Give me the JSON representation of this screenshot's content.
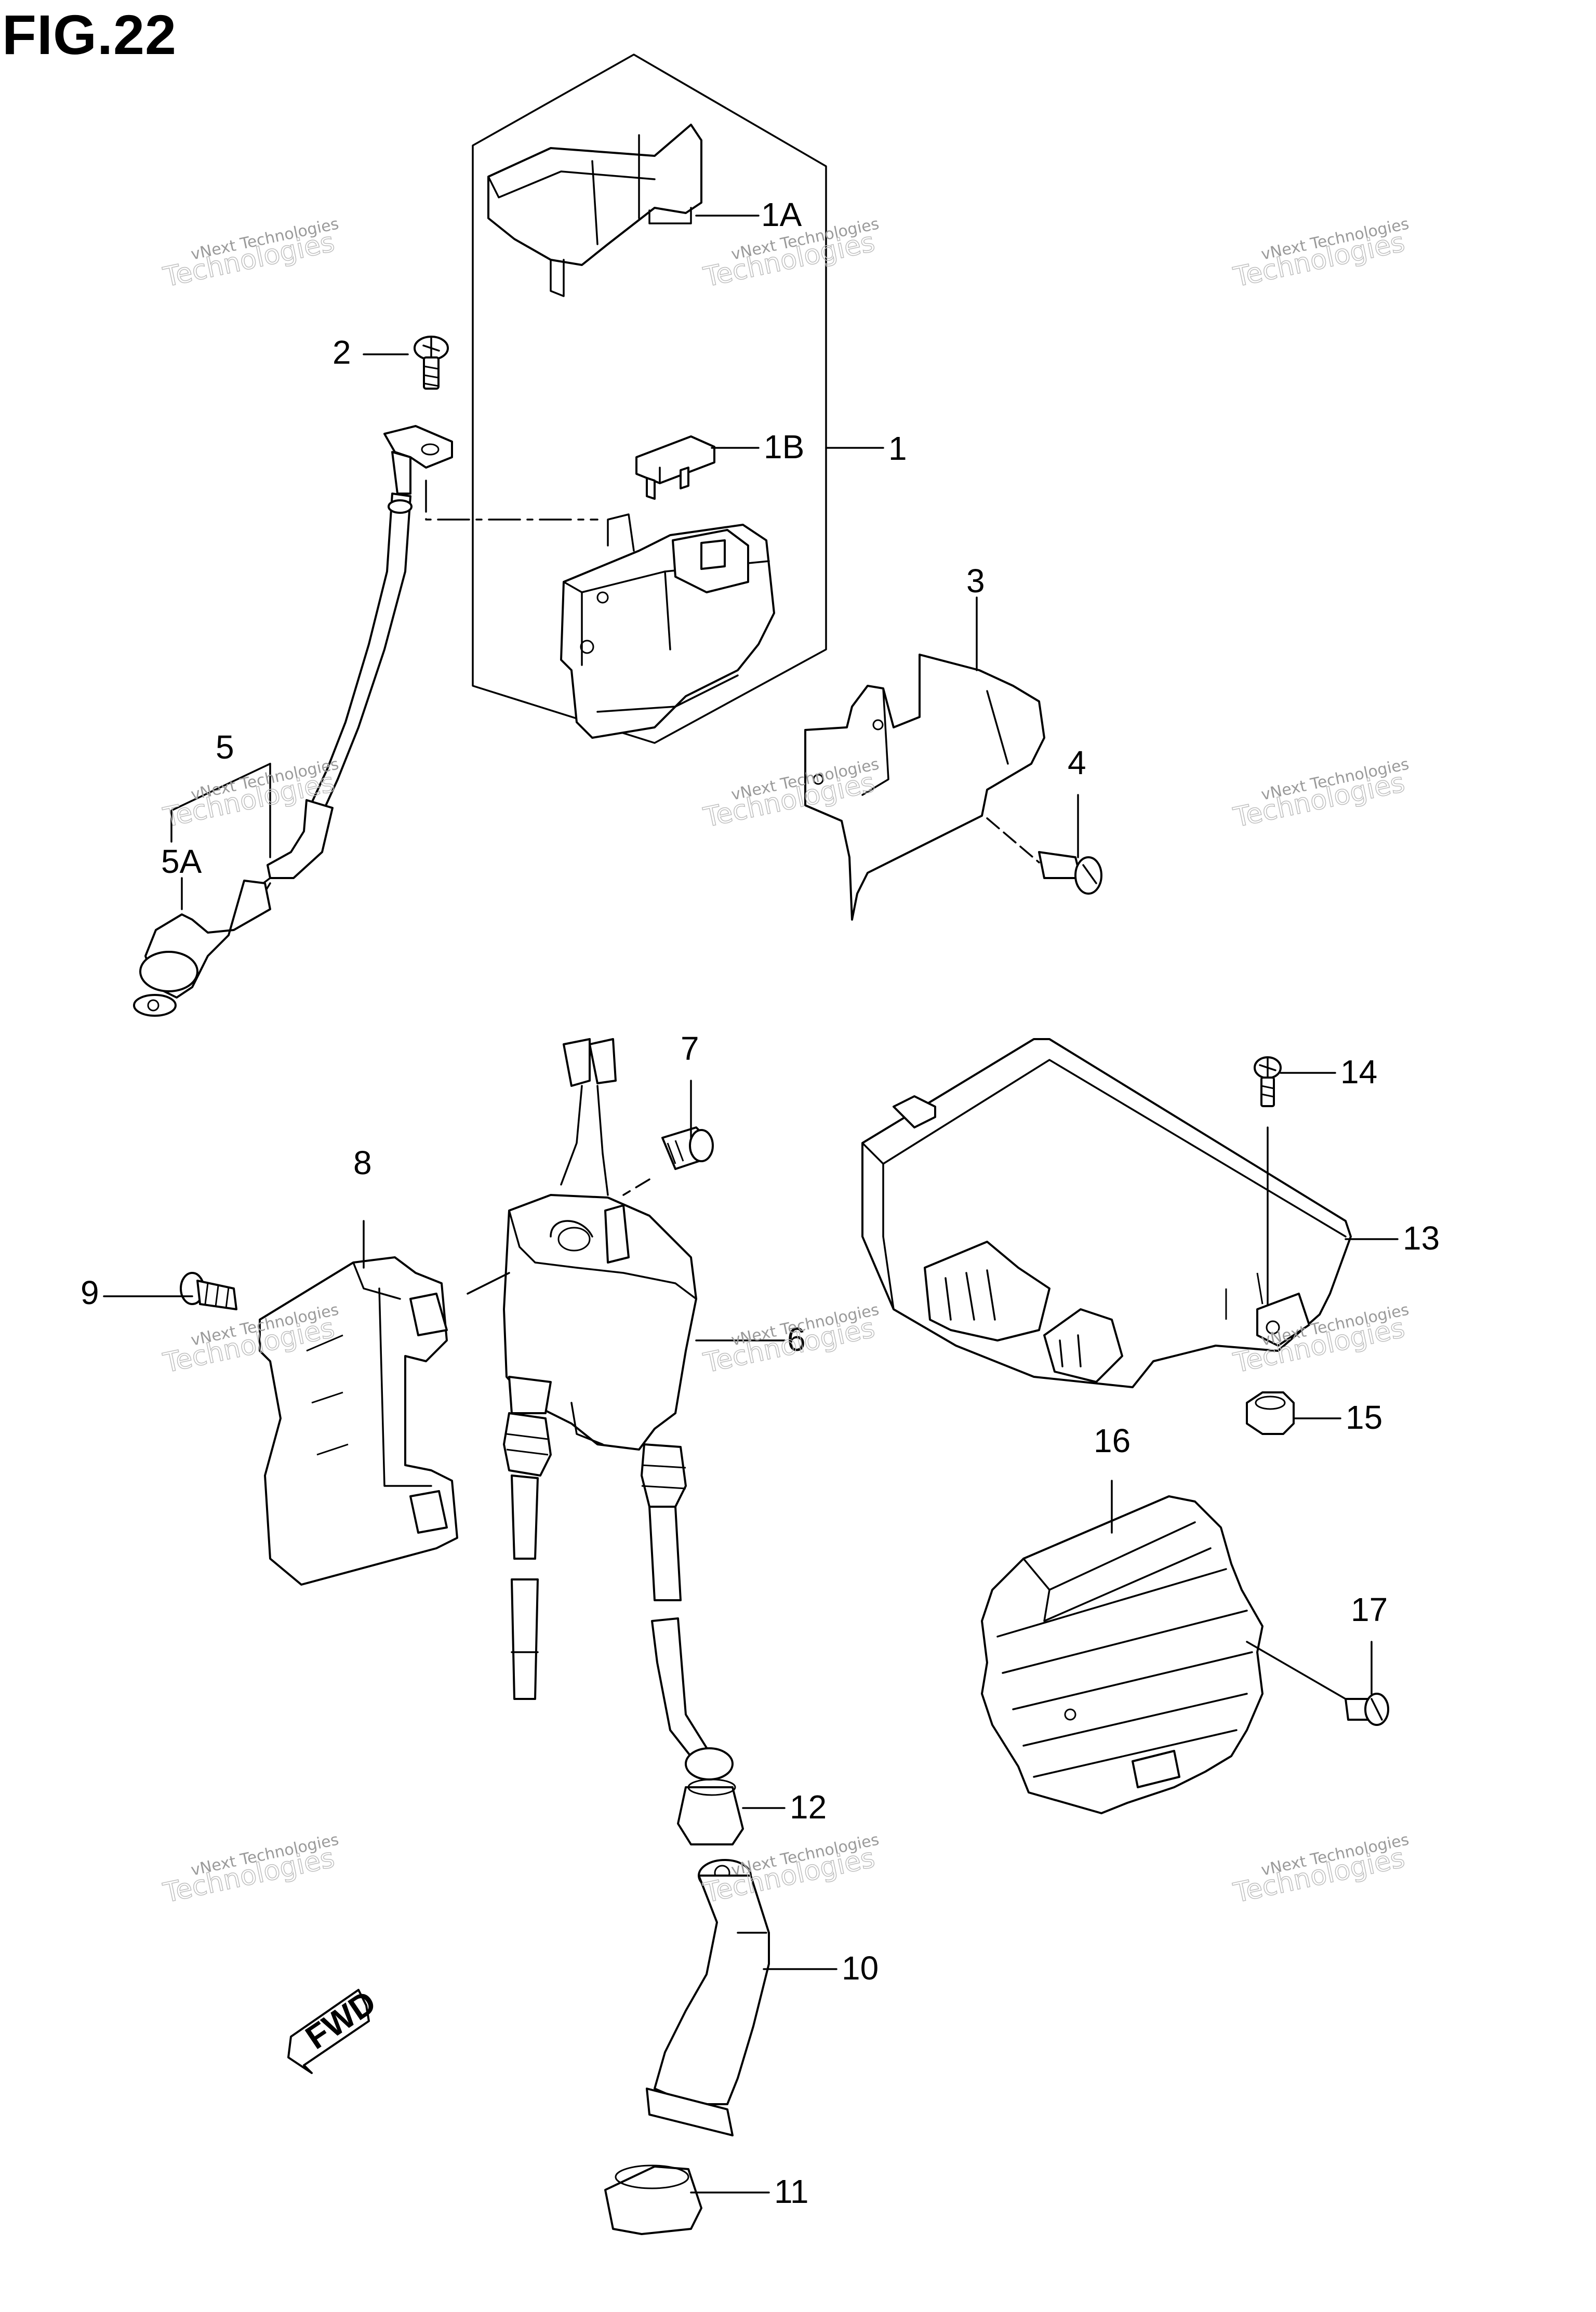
{
  "figure": {
    "title": "FIG.22"
  },
  "callouts": [
    {
      "id": "c-1A",
      "label": "1A"
    },
    {
      "id": "c-1B",
      "label": "1B"
    },
    {
      "id": "c-1",
      "label": "1"
    },
    {
      "id": "c-2",
      "label": "2"
    },
    {
      "id": "c-3",
      "label": "3"
    },
    {
      "id": "c-4",
      "label": "4"
    },
    {
      "id": "c-5",
      "label": "5"
    },
    {
      "id": "c-5A",
      "label": "5A"
    },
    {
      "id": "c-6",
      "label": "6"
    },
    {
      "id": "c-7",
      "label": "7"
    },
    {
      "id": "c-8",
      "label": "8"
    },
    {
      "id": "c-9",
      "label": "9"
    },
    {
      "id": "c-10",
      "label": "10"
    },
    {
      "id": "c-11",
      "label": "11"
    },
    {
      "id": "c-12",
      "label": "12"
    },
    {
      "id": "c-13",
      "label": "13"
    },
    {
      "id": "c-14",
      "label": "14"
    },
    {
      "id": "c-15",
      "label": "15"
    },
    {
      "id": "c-16",
      "label": "16"
    },
    {
      "id": "c-17",
      "label": "17"
    }
  ],
  "fwd_label": "FWD",
  "watermark": {
    "line1": "vNext Technologies",
    "line2": "Technologies"
  }
}
